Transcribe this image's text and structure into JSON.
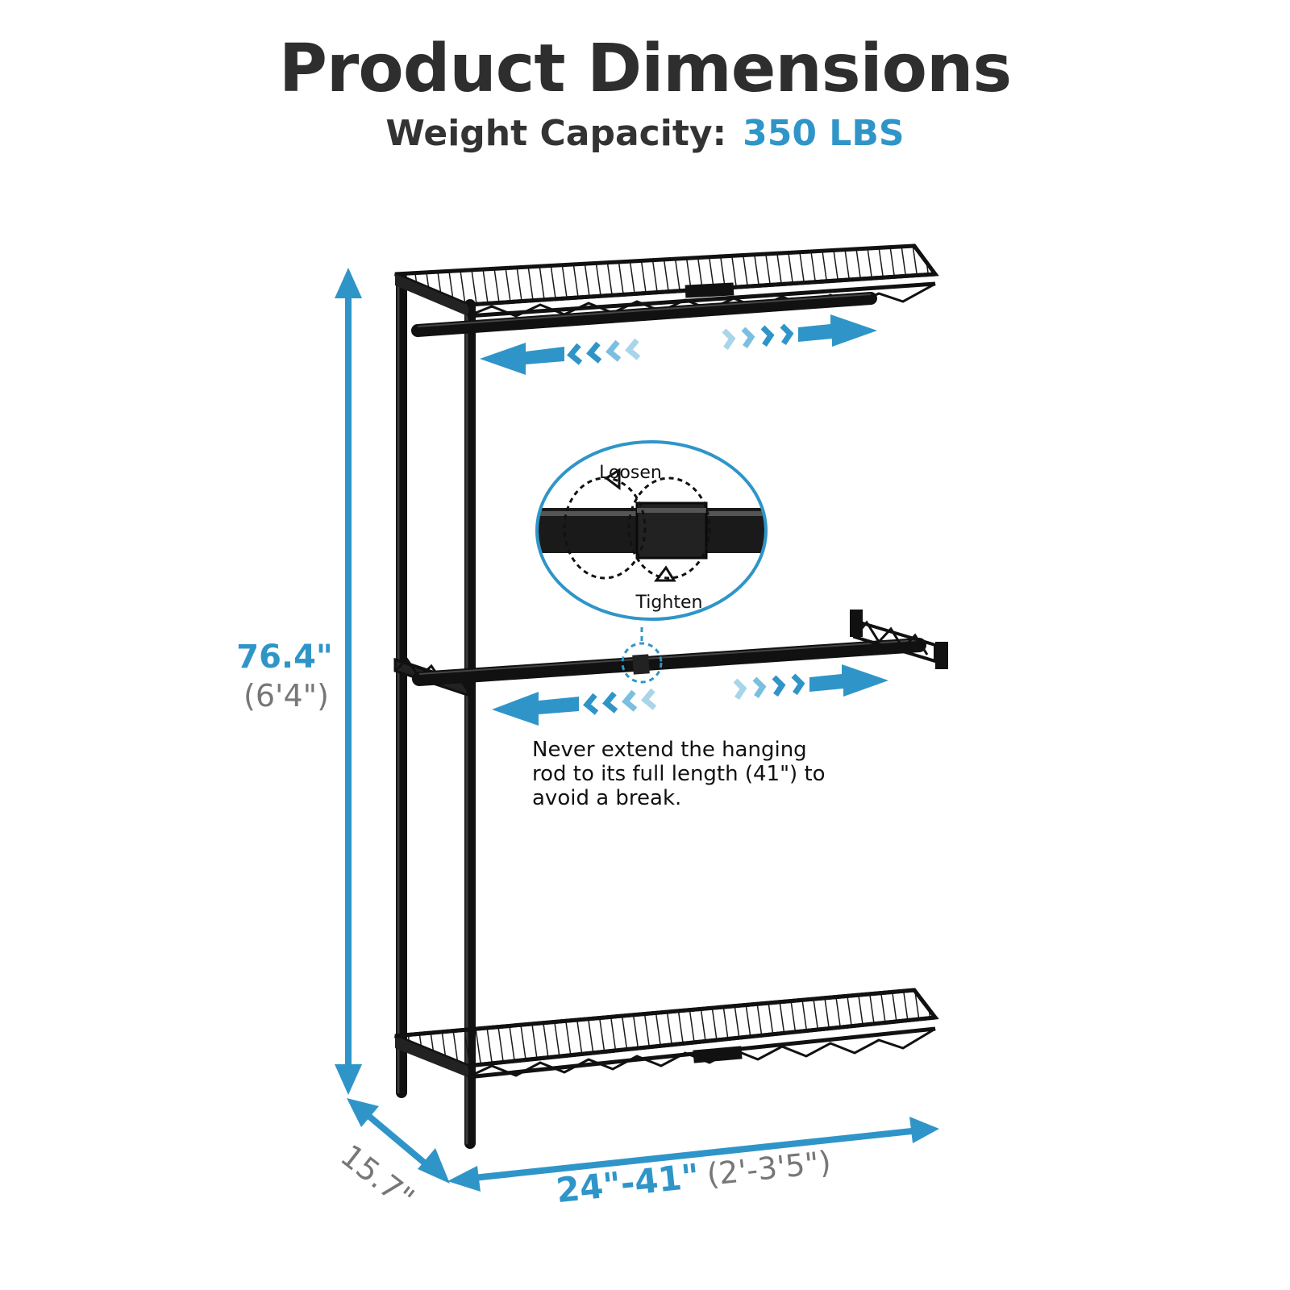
{
  "header": {
    "title": "Product Dimensions",
    "weight_label": "Weight Capacity:",
    "weight_value": "350 LBS"
  },
  "dimensions": {
    "height": "76.4\"",
    "height_ft": "(6'4\")",
    "depth": "15.7\"",
    "width": "24\"-41\"",
    "width_ft": "(2'-3'5\")"
  },
  "callout": {
    "loosen": "Loosen",
    "tighten": "Tighten"
  },
  "note": {
    "line1": "Never extend the hanging",
    "line2": "rod to its full length (41\") to",
    "line3": "avoid a break."
  },
  "colors": {
    "accent": "#2f95c8",
    "text": "#2e2e2e",
    "gray": "#777777",
    "frame": "#111111"
  },
  "icons": [
    "double-arrow-left-icon",
    "double-arrow-right-icon",
    "rotate-arrow-icon"
  ]
}
